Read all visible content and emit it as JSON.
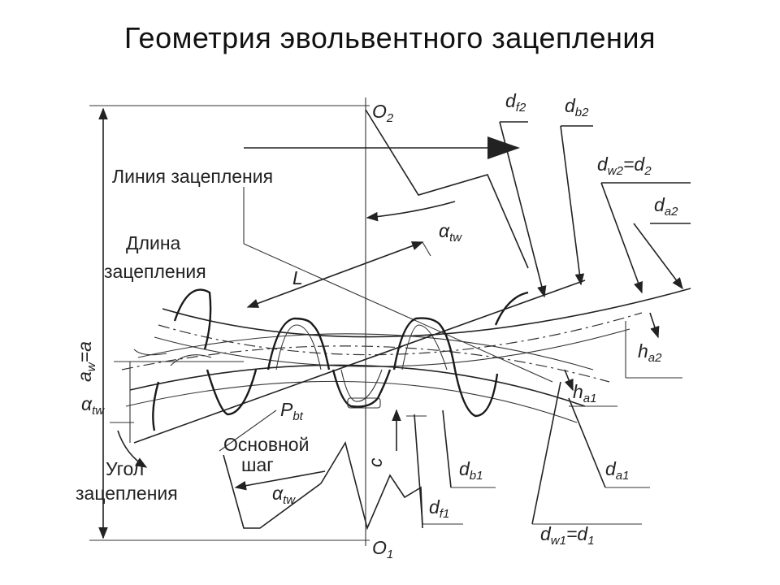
{
  "title": "Геометрия эвольвентного зацепления",
  "labels": {
    "line_of_action": "Линия зацепления",
    "length_of_action_1": "Длина",
    "length_of_action_2": "зацепления",
    "L": "L",
    "base_pitch_1": "Основной",
    "base_pitch_2": "шаг",
    "pressure_angle_1": "Угол",
    "pressure_angle_2": "зацепления",
    "c": "c"
  },
  "symbols": {
    "O2": {
      "main": "O",
      "sub": "2"
    },
    "O1": {
      "main": "O",
      "sub": "1"
    },
    "df2": {
      "main": "d",
      "sub": "f2"
    },
    "db2": {
      "main": "d",
      "sub": "b2"
    },
    "dw2": {
      "main": "d",
      "sub": "w2",
      "tail": "=d",
      "tail_sub": "2"
    },
    "da2": {
      "main": "d",
      "sub": "a2"
    },
    "ha2": {
      "main": "h",
      "sub": "a2"
    },
    "ha1": {
      "main": "h",
      "sub": "a1"
    },
    "da1": {
      "main": "d",
      "sub": "a1"
    },
    "db1": {
      "main": "d",
      "sub": "b1"
    },
    "df1": {
      "main": "d",
      "sub": "f1"
    },
    "dw1": {
      "main": "d",
      "sub": "w1",
      "tail": "=d",
      "tail_sub": "1"
    },
    "aw": {
      "main": "a",
      "sub": "w",
      "tail": "=a"
    },
    "pbt": {
      "main": "P",
      "sub": "bt"
    },
    "alpha_tw": {
      "main": "α",
      "sub": "tw"
    }
  }
}
